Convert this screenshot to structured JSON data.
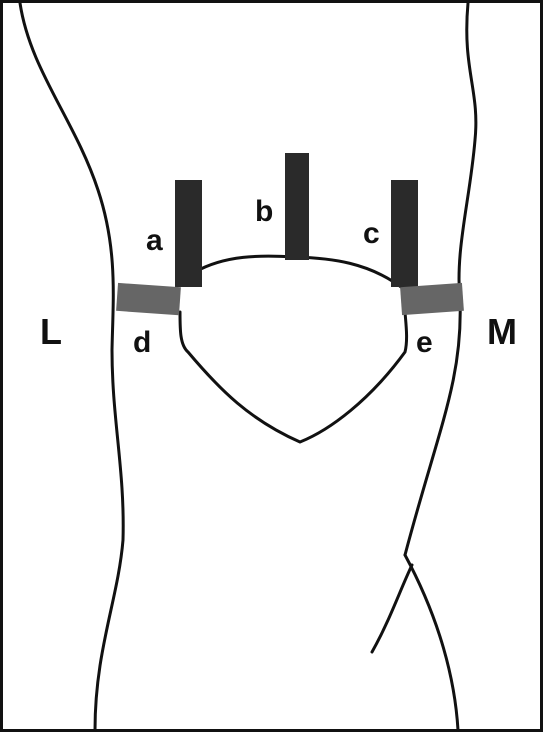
{
  "labels": {
    "a": "a",
    "b": "b",
    "c": "c",
    "d": "d",
    "e": "e",
    "lateral": "L",
    "medial": "M"
  },
  "colors": {
    "line": "#111111",
    "vertical_strip": "#2a2a2a",
    "horizontal_strip": "#666666",
    "background": "#ffffff"
  }
}
